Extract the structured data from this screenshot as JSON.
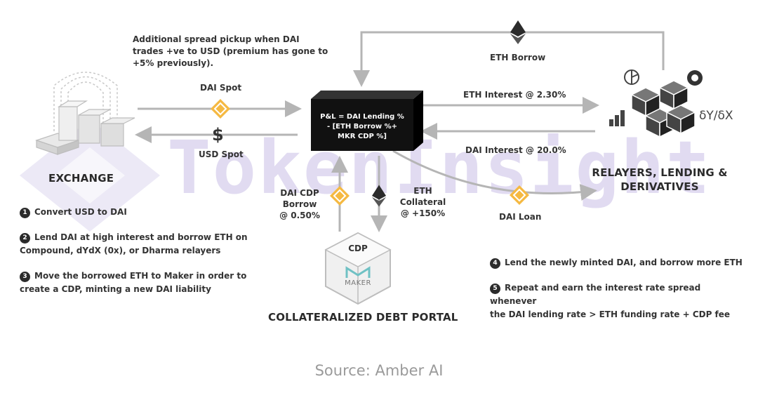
{
  "pl_box": [
    "P&L = DAI Lending %",
    "- [ETH Borrow %+",
    "MKR CDP %]"
  ],
  "labels": {
    "spread_note": [
      "Additional spread pickup when DAI",
      "trades +ve to USD (premium has gone to",
      "+5% previously)."
    ],
    "dai_spot": "DAI Spot",
    "usd_spot": "USD Spot",
    "eth_borrow": "ETH Borrow",
    "eth_interest": "ETH Interest @ 2.30%",
    "dai_interest": "DAI Interest @ 20.0%",
    "dai_cdp_borrow": [
      "DAI CDP",
      "Borrow",
      "@ 0.50%"
    ],
    "eth_collateral": [
      "ETH",
      "Collateral",
      "@ +150%"
    ],
    "dai_loan": "DAI Loan",
    "cdp": "CDP",
    "maker": "MAKER",
    "dy_dx": "δY/δX"
  },
  "titles": {
    "exchange": "EXCHANGE",
    "relayers": [
      "RELAYERS, LENDING &",
      "DERIVATIVES"
    ],
    "cdp_portal": "COLLATERALIZED DEBT PORTAL"
  },
  "steps_left": [
    {
      "num": "1",
      "lines": [
        "Convert USD to DAI"
      ]
    },
    {
      "num": "2",
      "lines": [
        "Lend DAI at high interest and borrow ETH on",
        "Compound, dYdX (0x), or Dharma relayers"
      ]
    },
    {
      "num": "3",
      "lines": [
        "Move the borrowed ETH to Maker in order to",
        "create a CDP, minting a new DAI liability"
      ]
    }
  ],
  "steps_right": [
    {
      "num": "4",
      "lines": [
        "Lend the newly minted DAI, and borrow more ETH"
      ]
    },
    {
      "num": "5",
      "lines": [
        "Repeat and earn the interest rate spread whenever",
        "the DAI lending rate > ETH funding rate + CDP fee"
      ]
    }
  ],
  "watermark": "TokenInsight",
  "source": "Source: Amber AI",
  "colors": {
    "arrow": "#b5b5b5",
    "diamond": "#f5b942",
    "dark": "#1a1a1a",
    "maker": "#6fc1c4",
    "watermark": "#c9bfe6"
  }
}
